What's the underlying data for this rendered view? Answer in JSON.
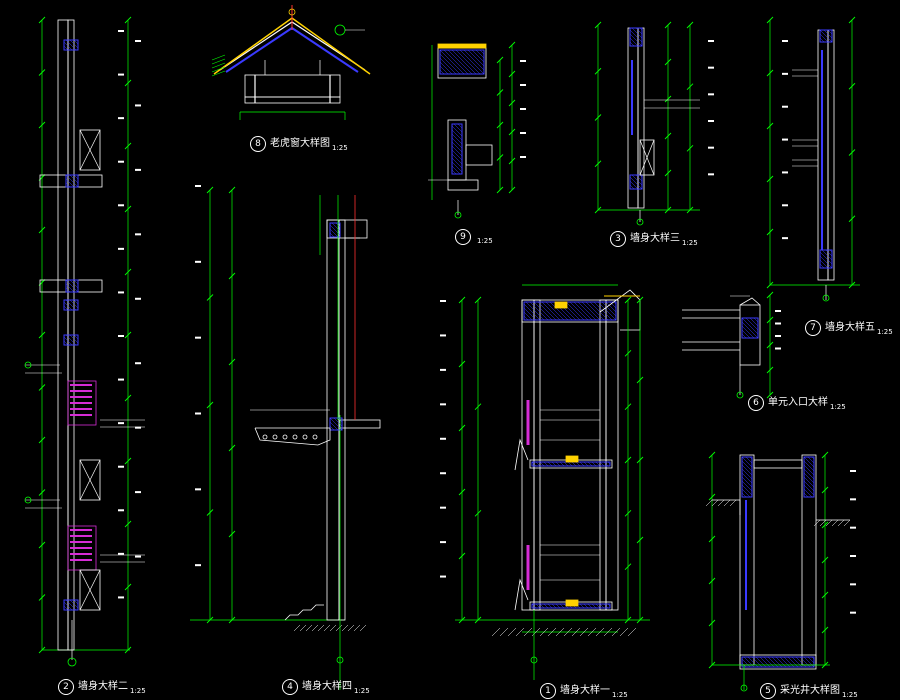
{
  "colors": {
    "bg": "#000000",
    "dim": "#00ff00",
    "wall": "#ffffff",
    "brick": "#d62cd6",
    "fill": "#3a3aff",
    "red": "#ff3030",
    "yellow": "#ffd200",
    "cyan": "#00e5ff"
  },
  "details": [
    {
      "id": "d8",
      "num": "8",
      "title": "老虎窗大样图",
      "scale": "1:25"
    },
    {
      "id": "d9",
      "num": "9",
      "title": "",
      "scale": "1:25"
    },
    {
      "id": "d3",
      "num": "3",
      "title": "墙身大样三",
      "scale": "1:25"
    },
    {
      "id": "d7",
      "num": "7",
      "title": "墙身大样五",
      "scale": "1:25"
    },
    {
      "id": "d6",
      "num": "6",
      "title": "单元入口大样",
      "scale": "1:25"
    },
    {
      "id": "d2",
      "num": "2",
      "title": "墙身大样二",
      "scale": "1:25"
    },
    {
      "id": "d4",
      "num": "4",
      "title": "墙身大样四",
      "scale": "1:25"
    },
    {
      "id": "d1",
      "num": "1",
      "title": "墙身大样一",
      "scale": "1:25"
    },
    {
      "id": "d5",
      "num": "5",
      "title": "采光井大样图",
      "scale": "1:25"
    }
  ]
}
